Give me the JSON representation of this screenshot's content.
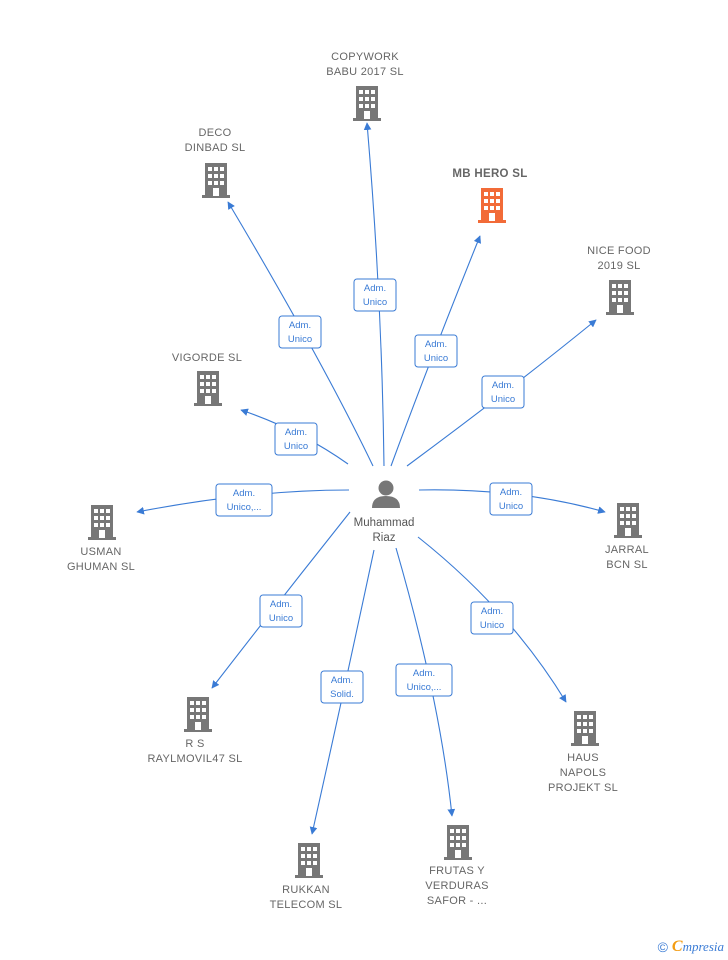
{
  "colors": {
    "edge": "#3a7bd5",
    "building": "#777777",
    "highlight": "#f26b38",
    "person": "#777777"
  },
  "center": {
    "lines": [
      "Muhammad",
      "Riaz"
    ],
    "icon": "person-icon"
  },
  "nodes": [
    {
      "id": "copywork",
      "lines": [
        "COPYWORK",
        "BABU 2017  SL"
      ],
      "highlight": false,
      "edge": [
        "Adm.",
        "Unico"
      ]
    },
    {
      "id": "deco",
      "lines": [
        "DECO",
        "DINBAD  SL"
      ],
      "highlight": false,
      "edge": [
        "Adm.",
        "Unico"
      ]
    },
    {
      "id": "mbhero",
      "lines": [
        "MB HERO  SL"
      ],
      "highlight": true,
      "edge": [
        "Adm.",
        "Unico"
      ]
    },
    {
      "id": "nicefood",
      "lines": [
        "NICE FOOD",
        "2019  SL"
      ],
      "highlight": false,
      "edge": [
        "Adm.",
        "Unico"
      ]
    },
    {
      "id": "vigorde",
      "lines": [
        "VIGORDE  SL"
      ],
      "highlight": false,
      "edge": [
        "Adm.",
        "Unico"
      ]
    },
    {
      "id": "usman",
      "lines": [
        "USMAN",
        "GHUMAN  SL"
      ],
      "highlight": false,
      "edge": [
        "Adm.",
        "Unico,..."
      ]
    },
    {
      "id": "jarral",
      "lines": [
        "JARRAL",
        "BCN  SL"
      ],
      "highlight": false,
      "edge": [
        "Adm.",
        "Unico"
      ]
    },
    {
      "id": "rs",
      "lines": [
        "R S",
        "RAYLMOVIL47 SL"
      ],
      "highlight": false,
      "edge": [
        "Adm.",
        "Unico"
      ]
    },
    {
      "id": "haus",
      "lines": [
        "HAUS",
        "NAPOLS",
        "PROJEKT  SL"
      ],
      "highlight": false,
      "edge": [
        "Adm.",
        "Unico"
      ]
    },
    {
      "id": "rukkan",
      "lines": [
        "RUKKAN",
        "TELECOM SL"
      ],
      "highlight": false,
      "edge": [
        "Adm.",
        "Solid."
      ]
    },
    {
      "id": "frutas",
      "lines": [
        "FRUTAS Y",
        "VERDURAS",
        "SAFOR - ..."
      ],
      "highlight": false,
      "edge": [
        "Adm.",
        "Unico,..."
      ]
    }
  ],
  "footer": {
    "copyright": "©",
    "brand_initial": "C",
    "brand_rest": "mpresia"
  }
}
